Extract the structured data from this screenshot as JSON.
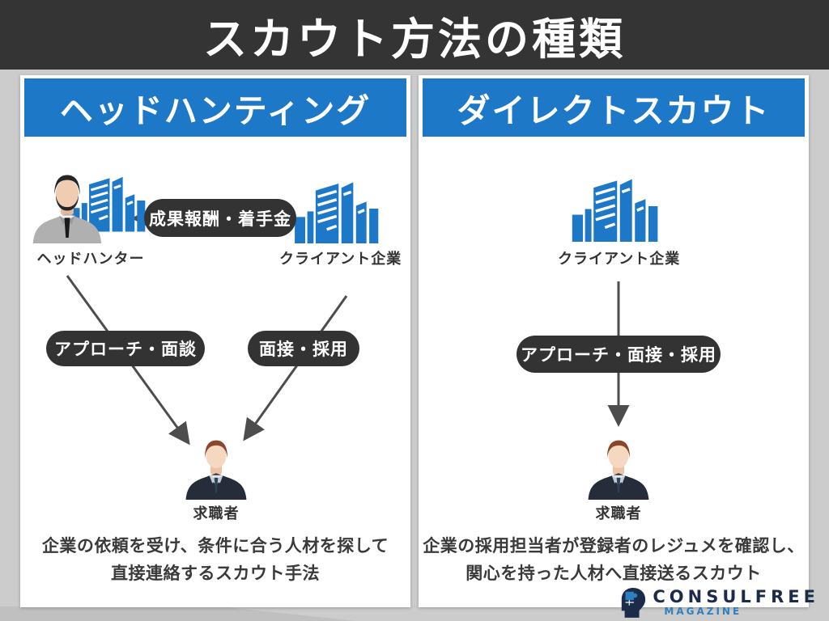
{
  "title": "スカウト方法の種類",
  "colors": {
    "banner_dark": "#343434",
    "accent_blue": "#1e78c8",
    "pill_dark": "#333333",
    "background_gray": "#cccccc",
    "logo_navy": "#1c2b4a",
    "logo_blue": "#2e7fc0"
  },
  "cards": {
    "headhunting": {
      "header": "ヘッドハンティング",
      "headhunter_label": "ヘッドハンター",
      "client_label": "クライアント企業",
      "fee_pill": "成果報酬・着手金",
      "approach_pill": "アプローチ・面談",
      "interview_pill": "面接・採用",
      "jobseeker_label": "求職者",
      "description_line1": "企業の依頼を受け、条件に合う人材を探して",
      "description_line2": "直接連絡するスカウト手法"
    },
    "direct_scout": {
      "header": "ダイレクトスカウト",
      "client_label": "クライアント企業",
      "process_pill": "アプローチ・面接・採用",
      "jobseeker_label": "求職者",
      "description_line1": "企業の採用担当者が登録者のレジュメを確認し、",
      "description_line2": "関心を持った人材へ直接送るスカウト"
    }
  },
  "logo": {
    "brand": "CONSULFREE",
    "sub": "MAGAZINE"
  }
}
